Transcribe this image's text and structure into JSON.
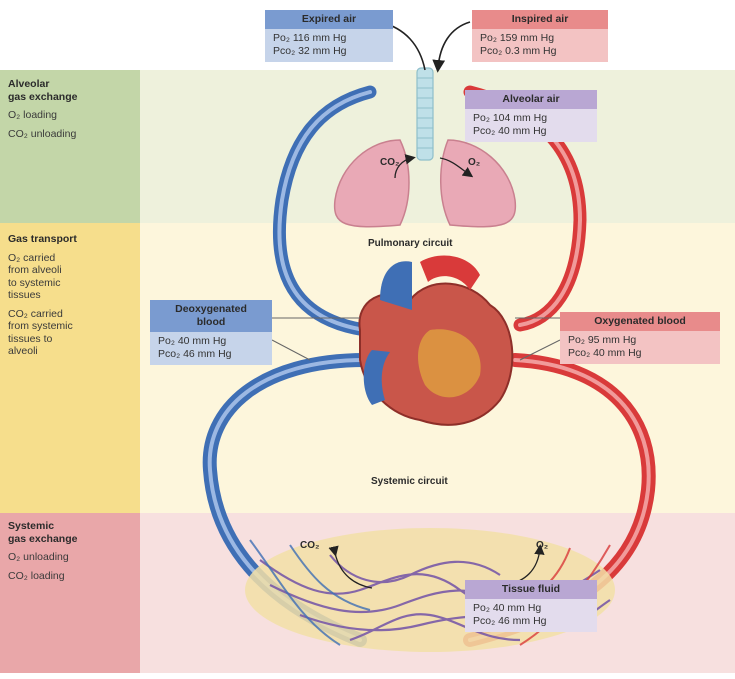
{
  "sections": {
    "alveolar": {
      "title": "Alveolar\ngas exchange",
      "lines": [
        "O₂ loading",
        "CO₂ unloading"
      ]
    },
    "transport": {
      "title": "Gas transport",
      "lines": [
        "O₂ carried\nfrom alveoli\nto systemic\ntissues",
        "CO₂ carried\nfrom systemic\ntissues to\nalveoli"
      ]
    },
    "systemic": {
      "title": "Systemic\ngas exchange",
      "lines": [
        "O₂ unloading",
        "CO₂ loading"
      ]
    }
  },
  "boxes": {
    "expired": {
      "title": "Expired air",
      "po2": "Po₂ 116 mm Hg",
      "pco2": "Pco₂ 32 mm Hg"
    },
    "inspired": {
      "title": "Inspired air",
      "po2": "Po₂ 159 mm Hg",
      "pco2": "Pco₂ 0.3 mm Hg"
    },
    "alveolar_air": {
      "title": "Alveolar air",
      "po2": "Po₂ 104 mm Hg",
      "pco2": "Pco₂ 40 mm Hg"
    },
    "deoxygenated": {
      "title": "Deoxygenated\nblood",
      "po2": "Po₂ 40 mm Hg",
      "pco2": "Pco₂ 46 mm Hg"
    },
    "oxygenated": {
      "title": "Oxygenated blood",
      "po2": "Po₂ 95 mm Hg",
      "pco2": "Pco₂ 40 mm Hg"
    },
    "tissue_fluid": {
      "title": "Tissue fluid",
      "po2": "Po₂ 40 mm Hg",
      "pco2": "Pco₂ 46 mm Hg"
    }
  },
  "labels": {
    "pulmonary": "Pulmonary circuit",
    "systemic": "Systemic circuit",
    "co2_lung": "CO₂",
    "o2_lung": "O₂",
    "co2_tissue": "CO₂",
    "o2_tissue": "O₂"
  },
  "colors": {
    "band_alveolar": "#eef1dc",
    "band_transport": "#fdf6dc",
    "band_systemic": "#f7e0df",
    "side_alveolar": "#c3d6a8",
    "side_transport": "#f6de8c",
    "side_systemic": "#e9a7a9",
    "blue_head": "#7a9bd0",
    "blue_body": "#c6d4ea",
    "red_head": "#e88b8b",
    "red_body": "#f3c3c3",
    "purple_head": "#b9a7d3",
    "purple_body": "#e3dced",
    "vessel_blue": "#3f6fb5",
    "vessel_red": "#d93a3a"
  }
}
